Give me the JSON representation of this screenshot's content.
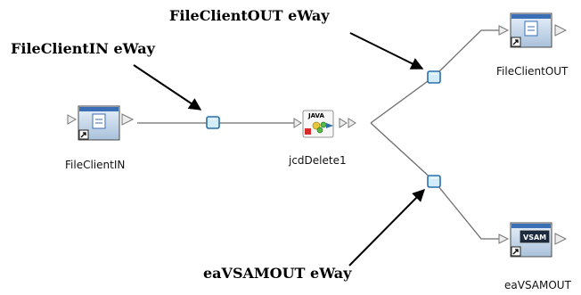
{
  "callouts": {
    "file_client_out": "FileClientOUT eWay",
    "file_client_in": "FileClientIN eWay",
    "ea_vsam_out": "eaVSAMOUT eWay"
  },
  "nodes": {
    "file_client_in": "FileClientIN",
    "collaboration": "jcdDelete1",
    "file_client_out": "FileClientOUT",
    "ea_vsam_out": "eaVSAMOUT"
  },
  "icon_text": {
    "java": "JAVA",
    "vsam": "VSAM"
  },
  "colors": {
    "connector": "#6e6e6e",
    "link_node_fill": "#d2ecfa",
    "link_node_border": "#2a6fa8",
    "window_title": "#3b6fb5",
    "window_body": "#c9d7e6",
    "arrow": "#000000"
  }
}
